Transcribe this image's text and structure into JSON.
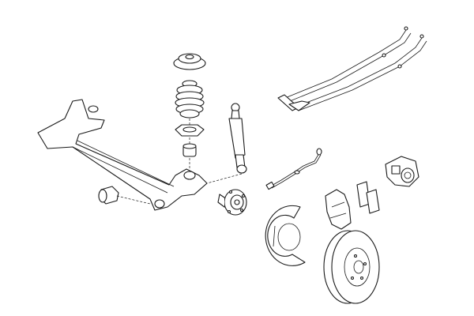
{
  "diagram": {
    "parts": [
      "rear-axle-beam",
      "axle-bushing",
      "spring-top-mount",
      "coil-spring",
      "spring-seat",
      "bump-stop",
      "shock-absorber",
      "wheel-hub",
      "brake-backing-plate",
      "brake-disc",
      "caliper-carrier",
      "brake-pads",
      "brake-caliper",
      "abs-sensor-cable",
      "handbrake-cables"
    ],
    "colors": {
      "line": "#1a1a1a",
      "background": "#ffffff"
    }
  }
}
